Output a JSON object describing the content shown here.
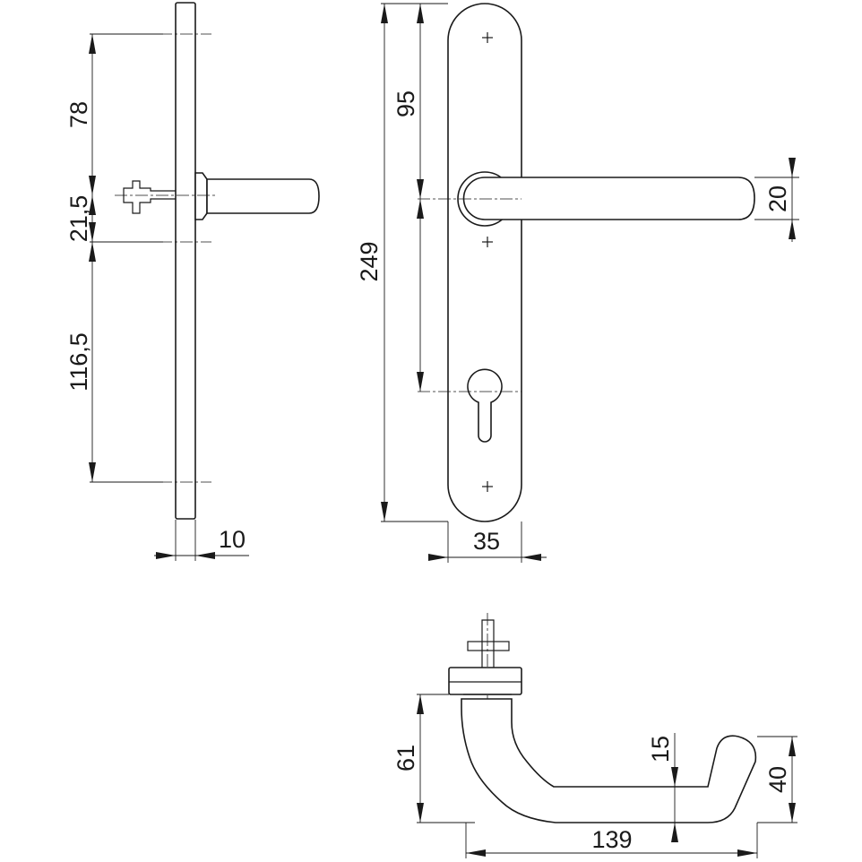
{
  "dimensions": {
    "d78": "78",
    "d21_5": "21,5",
    "d116_5": "116,5",
    "d10": "10",
    "d95": "95",
    "d249": "249",
    "d35": "35",
    "d20": "20",
    "d61": "61",
    "d15": "15",
    "d40": "40",
    "d139": "139"
  }
}
